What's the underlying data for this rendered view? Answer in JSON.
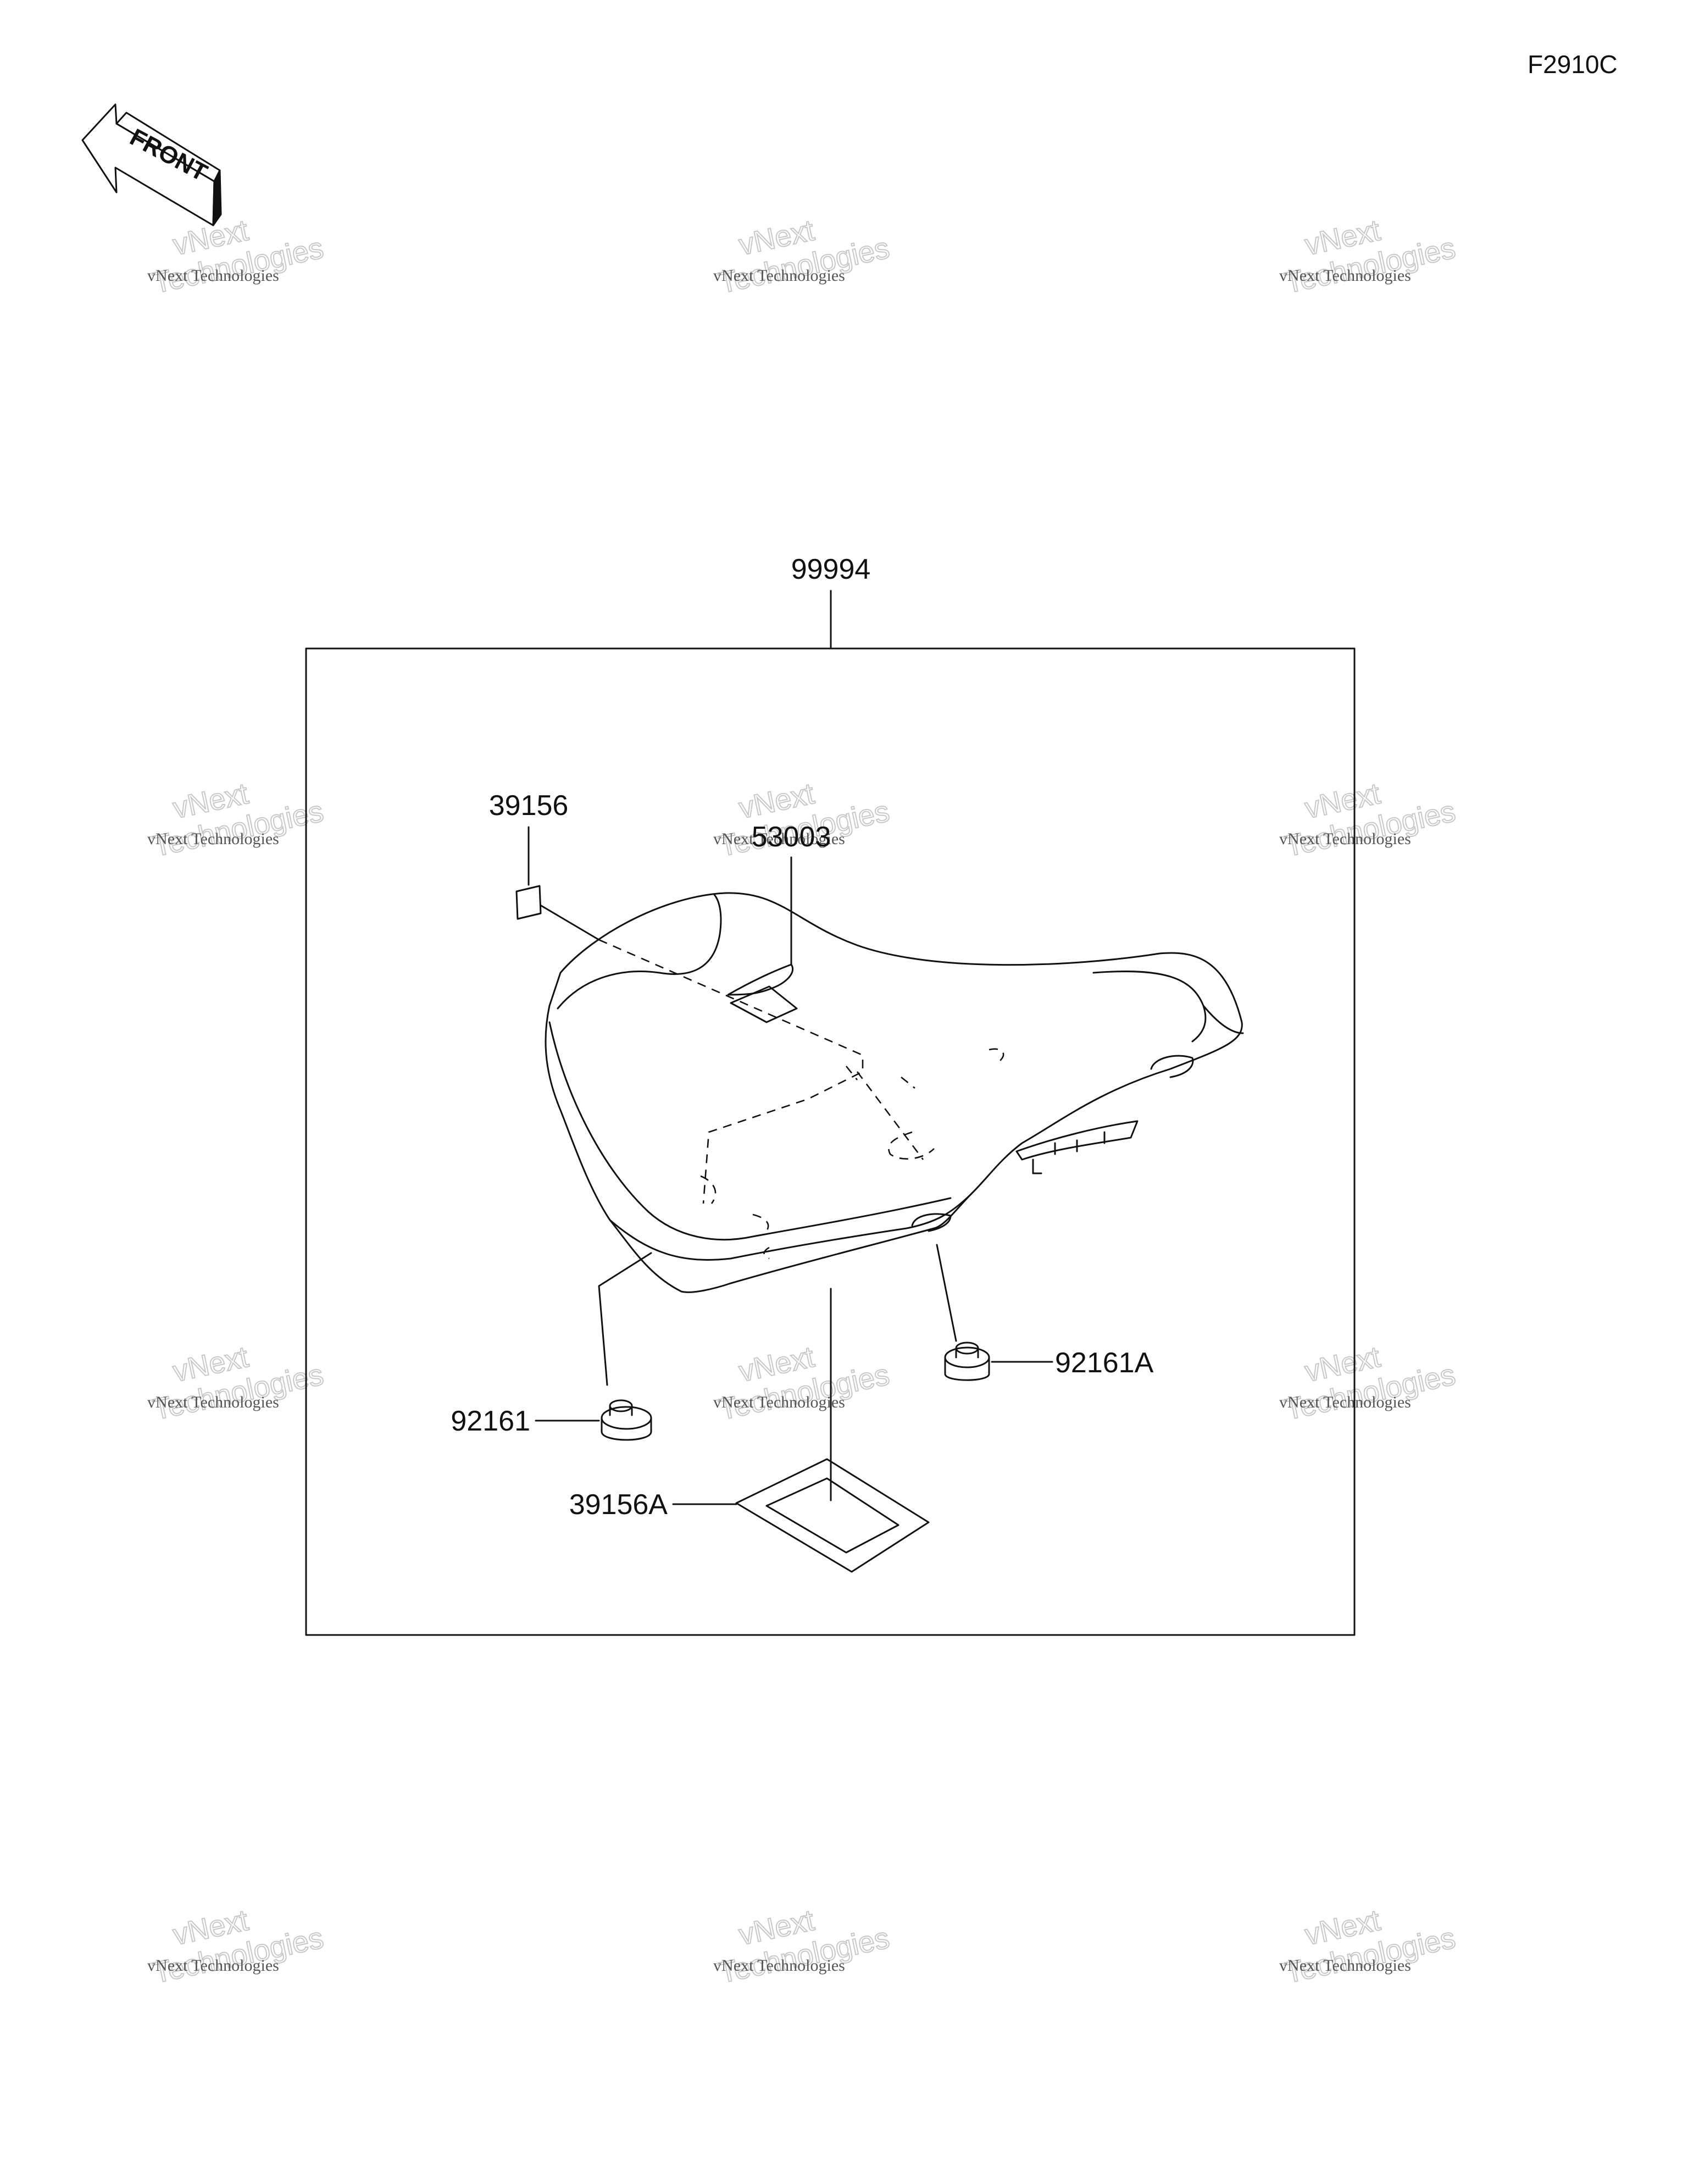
{
  "figure_code": "F2910C",
  "front_label": "FRONT",
  "watermark": {
    "line1": "vNext Technologies",
    "line2_top": "vNext",
    "line2_bottom": "Technologies"
  },
  "parts": {
    "assembly": "99994",
    "label_top": "39156",
    "cover": "53003",
    "damper_right": "92161A",
    "damper_left": "92161",
    "label_bottom": "39156A"
  }
}
